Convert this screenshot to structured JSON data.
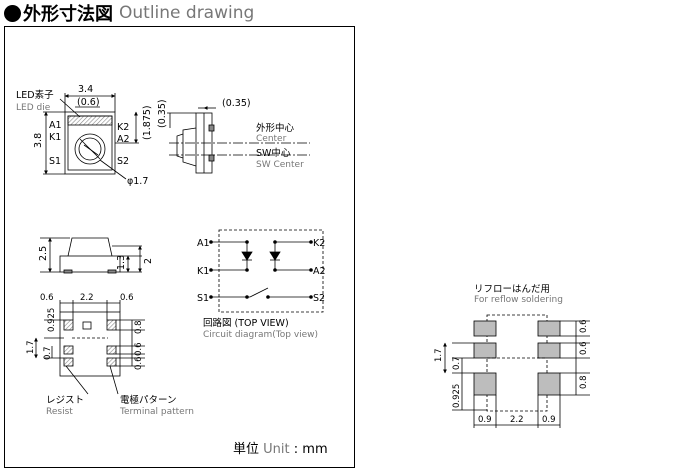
{
  "header": {
    "title_jp": "外形寸法図",
    "title_en": "Outline drawing"
  },
  "unit": {
    "jp": "単位",
    "en": "Unit",
    "value": ": mm"
  },
  "top_view": {
    "dims": {
      "width": "3.4",
      "die": "(0.6)",
      "height": "3.8",
      "offset": "(1.875)",
      "dia": "φ1.7"
    },
    "pins": [
      "A1",
      "K1",
      "S1",
      "K2",
      "A2",
      "S2"
    ],
    "led_die": {
      "jp": "LED素子",
      "en": "LED die"
    }
  },
  "side_view": {
    "dims": {
      "top": "(0.35)",
      "side": "(0.35)"
    },
    "center": {
      "jp": "外形中心",
      "en": "Center"
    },
    "sw_center": {
      "jp": "SW中心",
      "en": "SW Center"
    }
  },
  "front_view": {
    "dims": {
      "h1": "2.5",
      "h2": "1.3",
      "h3": "2"
    }
  },
  "bottom_view": {
    "dims": {
      "left": "0.6",
      "mid": "2.2",
      "right": "0.6",
      "top": "0.925",
      "p1": "0.8",
      "p2": "0.6",
      "p3": "0.6",
      "h": "1.7",
      "h2": "0.7"
    },
    "resist": {
      "jp": "レジスト",
      "en": "Resist"
    },
    "terminal": {
      "jp": "電極パターン",
      "en": "Terminal pattern"
    }
  },
  "circuit": {
    "pins": [
      "A1",
      "K1",
      "S1",
      "K2",
      "A2",
      "S2"
    ],
    "caption": {
      "jp": "回路図 (TOP VIEW)",
      "en": "Circuit diagram(Top view)"
    }
  },
  "reflow": {
    "title": {
      "jp": "リフローはんだ用",
      "en": "For reflow soldering"
    },
    "dims": {
      "r1": "0.6",
      "r2": "0.6",
      "r3": "0.8",
      "l1": "1.7",
      "l2": "0.7",
      "l3": "0.925",
      "b1": "0.9",
      "b2": "2.2",
      "b3": "0.9"
    }
  },
  "colors": {
    "line": "#000000",
    "gray_text": "#777777",
    "pad": "#bdbdbd",
    "hatch": "#888888"
  }
}
